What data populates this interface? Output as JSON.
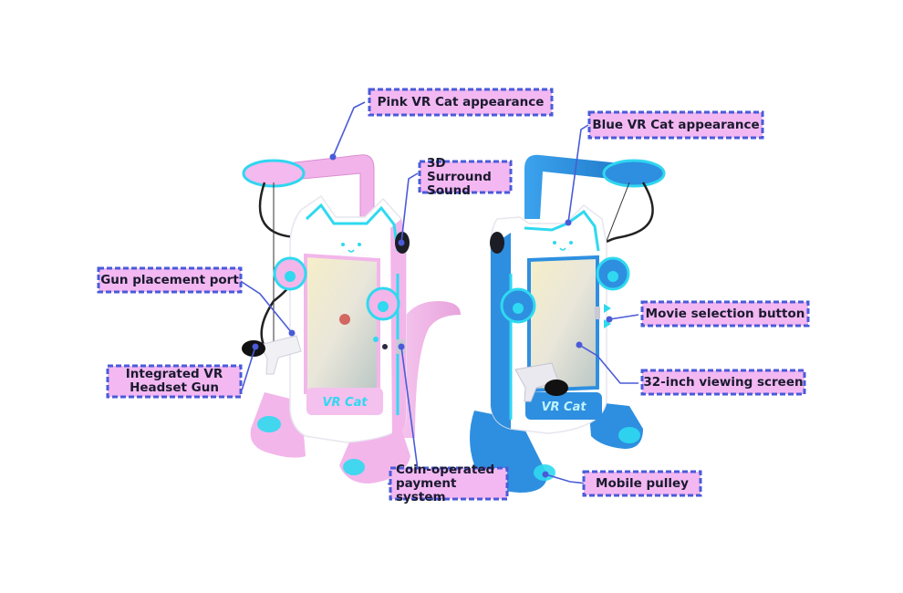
{
  "callouts": {
    "pink_appearance": "Pink VR Cat appearance",
    "blue_appearance": "Blue VR Cat appearance",
    "surround_sound": "3D Surround\nSound",
    "gun_port": "Gun placement port",
    "movie_button": "Movie selection button",
    "headset_gun": "Integrated VR\nHeadset  Gun",
    "screen": "32-inch viewing screen",
    "coin_payment": "Coin-operated\npayment system",
    "pulley": "Mobile pulley"
  },
  "machine_text": {
    "pink_sign": "VR Cat",
    "blue_sign": "VR Cat"
  },
  "colors": {
    "label_fill": "#f3b8f2",
    "label_border": "#4a5bd8",
    "leader_line": "#4a5bd8",
    "pink_body": "#f2b6ea",
    "blue_body": "#2e8fe0",
    "cyan_glow": "#2fd9f0"
  }
}
